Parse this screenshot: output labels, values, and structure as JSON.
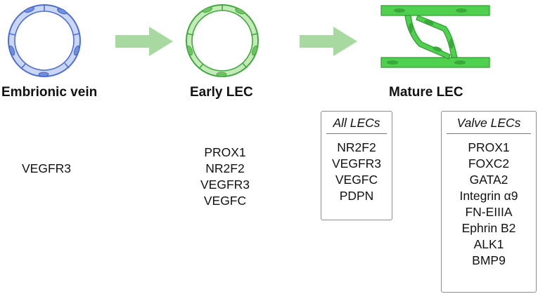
{
  "stages": {
    "embryonic": {
      "title": "Embrionic vein",
      "markers": [
        "VEGFR3"
      ]
    },
    "early": {
      "title": "Early LEC",
      "markers": [
        "PROX1",
        "NR2F2",
        "VEGFR3",
        "VEGFC"
      ]
    },
    "mature": {
      "title": "Mature LEC",
      "all_lecs": {
        "heading": "All LECs",
        "markers": [
          "NR2F2",
          "VEGFR3",
          "VEGFC",
          "PDPN"
        ]
      },
      "valve_lecs": {
        "heading": "Valve LECs",
        "markers": [
          "PROX1",
          "FOXC2",
          "GATA2",
          "Integrin α9",
          "FN-EIIIA",
          "Ephrin B2",
          "ALK1",
          "BMP9"
        ]
      }
    }
  },
  "colors": {
    "vein_stroke": "#4f6fd0",
    "vein_fill": "#9fb4ec",
    "lec_stroke": "#3fa83f",
    "lec_fill": "#a6dd9a",
    "mature_fill": "#4fd04f",
    "arrow": "#a8d9a0"
  }
}
